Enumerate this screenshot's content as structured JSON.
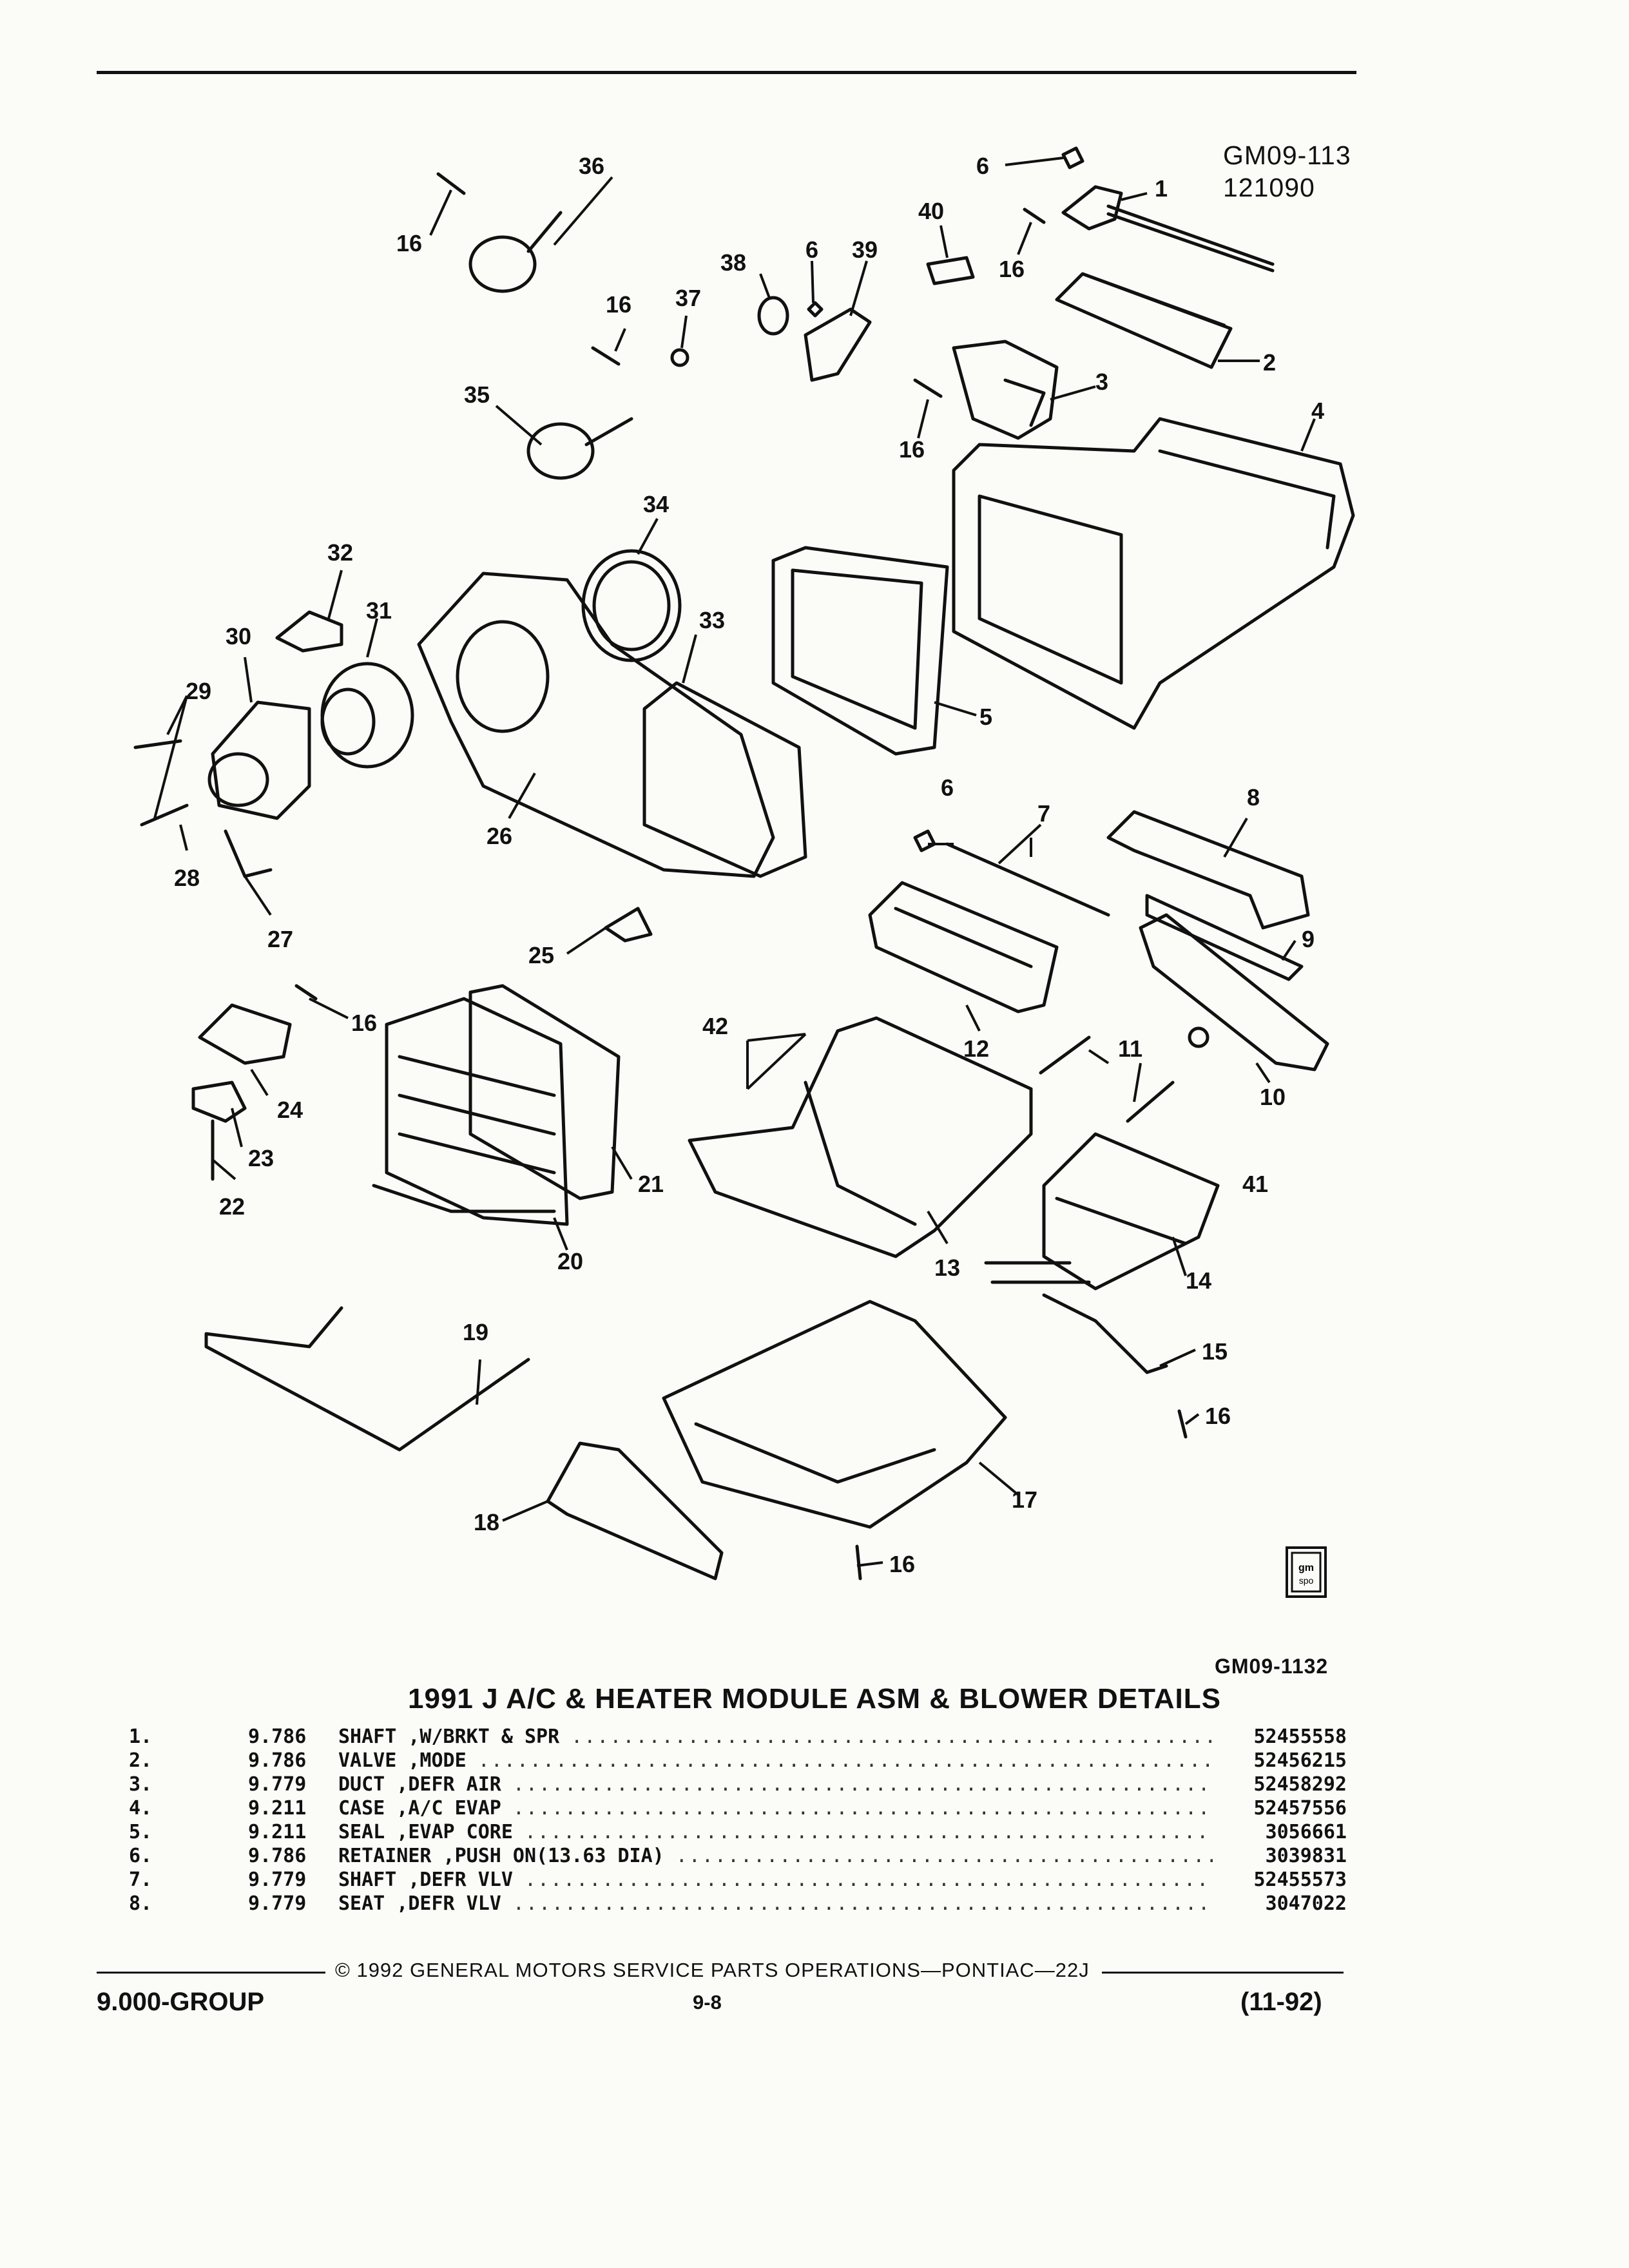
{
  "header": {
    "figure_id": "GM09-113",
    "date_code": "121090"
  },
  "diagram": {
    "callouts": [
      "1",
      "2",
      "3",
      "4",
      "5",
      "6",
      "7",
      "8",
      "9",
      "10",
      "11",
      "12",
      "13",
      "14",
      "15",
      "16",
      "17",
      "18",
      "19",
      "20",
      "21",
      "22",
      "23",
      "24",
      "25",
      "26",
      "27",
      "28",
      "29",
      "30",
      "31",
      "32",
      "33",
      "34",
      "35",
      "36",
      "37",
      "38",
      "39",
      "40",
      "41",
      "42"
    ],
    "logo_text": "gm spo"
  },
  "figure_code": "GM09-1132",
  "title": "1991 J A/C & HEATER MODULE ASM & BLOWER DETAILS",
  "parts": [
    {
      "num": "1.",
      "cat": "9.786",
      "desc": "SHAFT ,W/BRKT & SPR",
      "pn": "52455558"
    },
    {
      "num": "2.",
      "cat": "9.786",
      "desc": "VALVE ,MODE",
      "pn": "52456215"
    },
    {
      "num": "3.",
      "cat": "9.779",
      "desc": "DUCT ,DEFR AIR",
      "pn": "52458292"
    },
    {
      "num": "4.",
      "cat": "9.211",
      "desc": "CASE ,A/C EVAP",
      "pn": "52457556"
    },
    {
      "num": "5.",
      "cat": "9.211",
      "desc": "SEAL ,EVAP CORE",
      "pn": "3056661"
    },
    {
      "num": "6.",
      "cat": "9.786",
      "desc": "RETAINER ,PUSH ON(13.63 DIA)",
      "pn": "3039831"
    },
    {
      "num": "7.",
      "cat": "9.779",
      "desc": "SHAFT ,DEFR VLV",
      "pn": "52455573"
    },
    {
      "num": "8.",
      "cat": "9.779",
      "desc": "SEAT ,DEFR VLV",
      "pn": "3047022"
    }
  ],
  "footer": {
    "copyright": "© 1992 GENERAL MOTORS SERVICE PARTS OPERATIONS—PONTIAC—22J",
    "group": "9.000-GROUP",
    "page": "9-8",
    "revision": "(11-92)"
  }
}
